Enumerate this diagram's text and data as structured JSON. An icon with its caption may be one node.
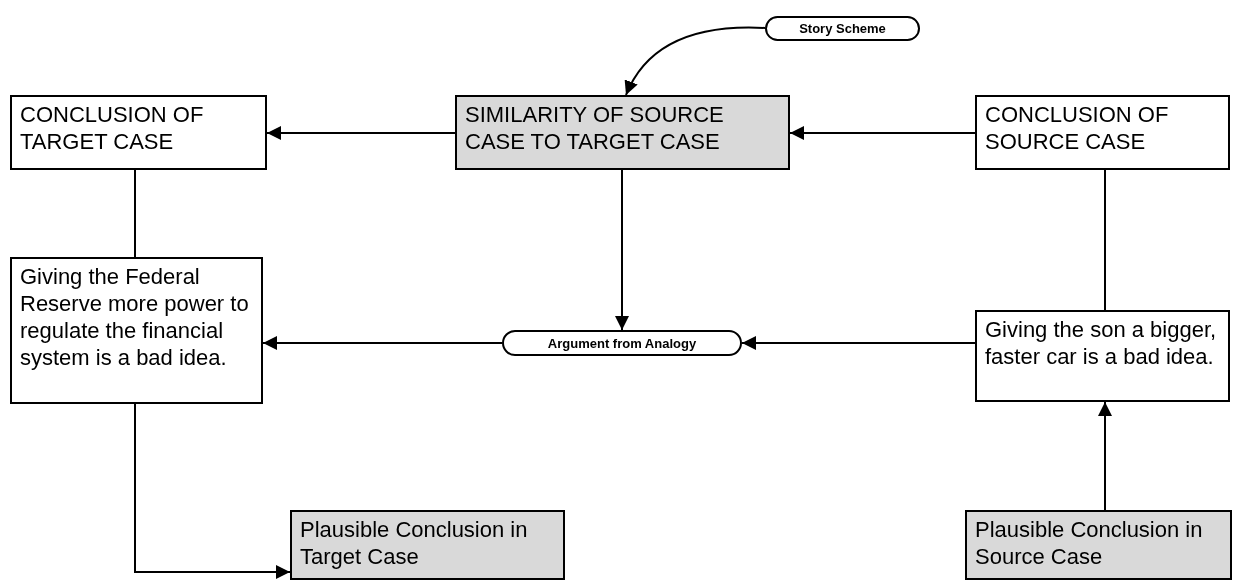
{
  "diagram": {
    "nodes": [
      {
        "text": [
          "CONCLUSION OF TARGET CASE"
        ]
      },
      {
        "text": [
          "SIMILARITY OF SOURCE CASE TO TARGET CASE"
        ]
      },
      {
        "text": [
          "CONCLUSION OF SOURCE CASE"
        ]
      },
      {
        "text": [
          "Story Scheme"
        ]
      },
      {
        "text": [
          "Giving the Federal Reserve more power to regulate the financial system is a bad idea."
        ]
      },
      {
        "text": [
          "Argument from Analogy"
        ]
      },
      {
        "text": [
          "Giving the son a bigger, faster car is a bad idea."
        ]
      },
      {
        "text": [
          "Plausible Conclusion in Target Case"
        ]
      },
      {
        "text": [
          "Plausible Conclusion in Source Case"
        ]
      }
    ],
    "edges": [
      {
        "from": 3,
        "to": 1,
        "arrow": "to"
      },
      {
        "from": 1,
        "to": 0,
        "arrow": "to"
      },
      {
        "from": 2,
        "to": 1,
        "arrow": "to"
      },
      {
        "from": 0,
        "to": 4,
        "arrow": "none"
      },
      {
        "from": 2,
        "to": 6,
        "arrow": "none"
      },
      {
        "from": 1,
        "to": 5,
        "arrow": "to"
      },
      {
        "from": 6,
        "to": 5,
        "arrow": "to"
      },
      {
        "from": 5,
        "to": 4,
        "arrow": "to"
      },
      {
        "from": 4,
        "to": 7,
        "arrow": "to"
      },
      {
        "from": 8,
        "to": 6,
        "arrow": "to"
      }
    ]
  }
}
